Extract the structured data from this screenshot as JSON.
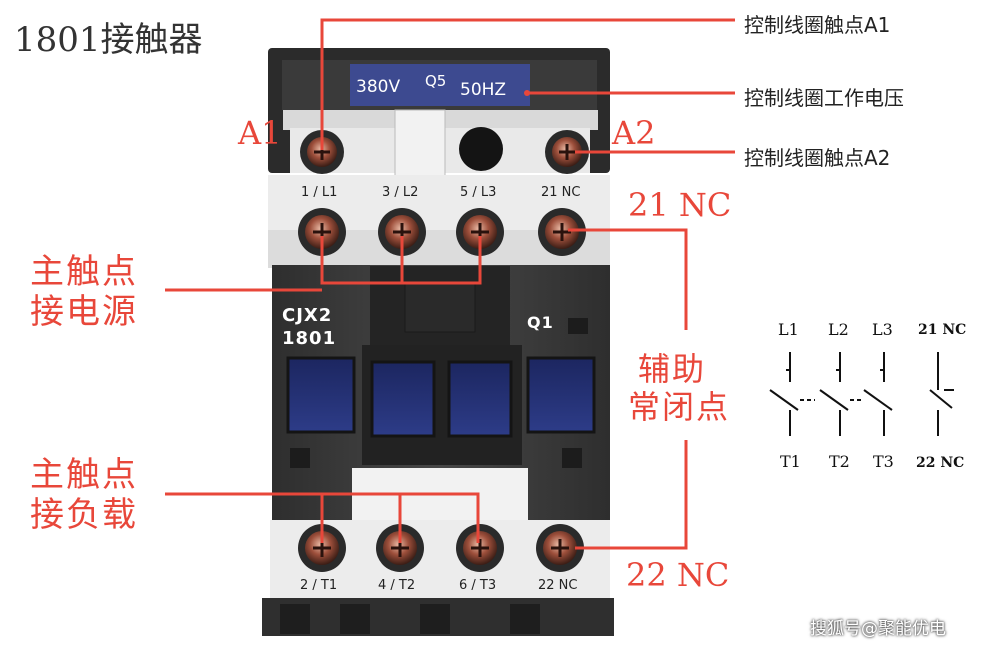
{
  "title": "1801接触器",
  "nameplate": {
    "voltage": "380V",
    "code": "Q5",
    "freq": "50HZ"
  },
  "coil_labels": {
    "a1": "A1",
    "a2": "A2"
  },
  "callouts": {
    "coil_a1": "控制线圈触点A1",
    "coil_voltage": "控制线圈工作电压",
    "coil_a2": "控制线圈触点A2"
  },
  "top_terminals": [
    "1 / L1",
    "3 / L2",
    "5 / L3",
    "21 NC"
  ],
  "bottom_terminals": [
    "2 / T1",
    "4 / T2",
    "6 / T3",
    "22 NC"
  ],
  "nc_top": "21  NC",
  "nc_bottom": "22  NC",
  "main_power": {
    "line1": "主触点",
    "line2": "接电源"
  },
  "main_load": {
    "line1": "主触点",
    "line2": "接负载"
  },
  "aux": {
    "line1": "辅助",
    "line2": "常闭点"
  },
  "model": {
    "line1": "CJX2",
    "line2": "1801",
    "q1": "Q1"
  },
  "schematic": {
    "top": [
      "L1",
      "L2",
      "L3",
      "21 NC"
    ],
    "bottom": [
      "T1",
      "T2",
      "T3",
      "22 NC"
    ]
  },
  "watermark": "搜狐号@聚能优电",
  "colors": {
    "accent_red": "#e8473a",
    "body": "#3c3c3c",
    "window_blue": "#1e2b68"
  }
}
